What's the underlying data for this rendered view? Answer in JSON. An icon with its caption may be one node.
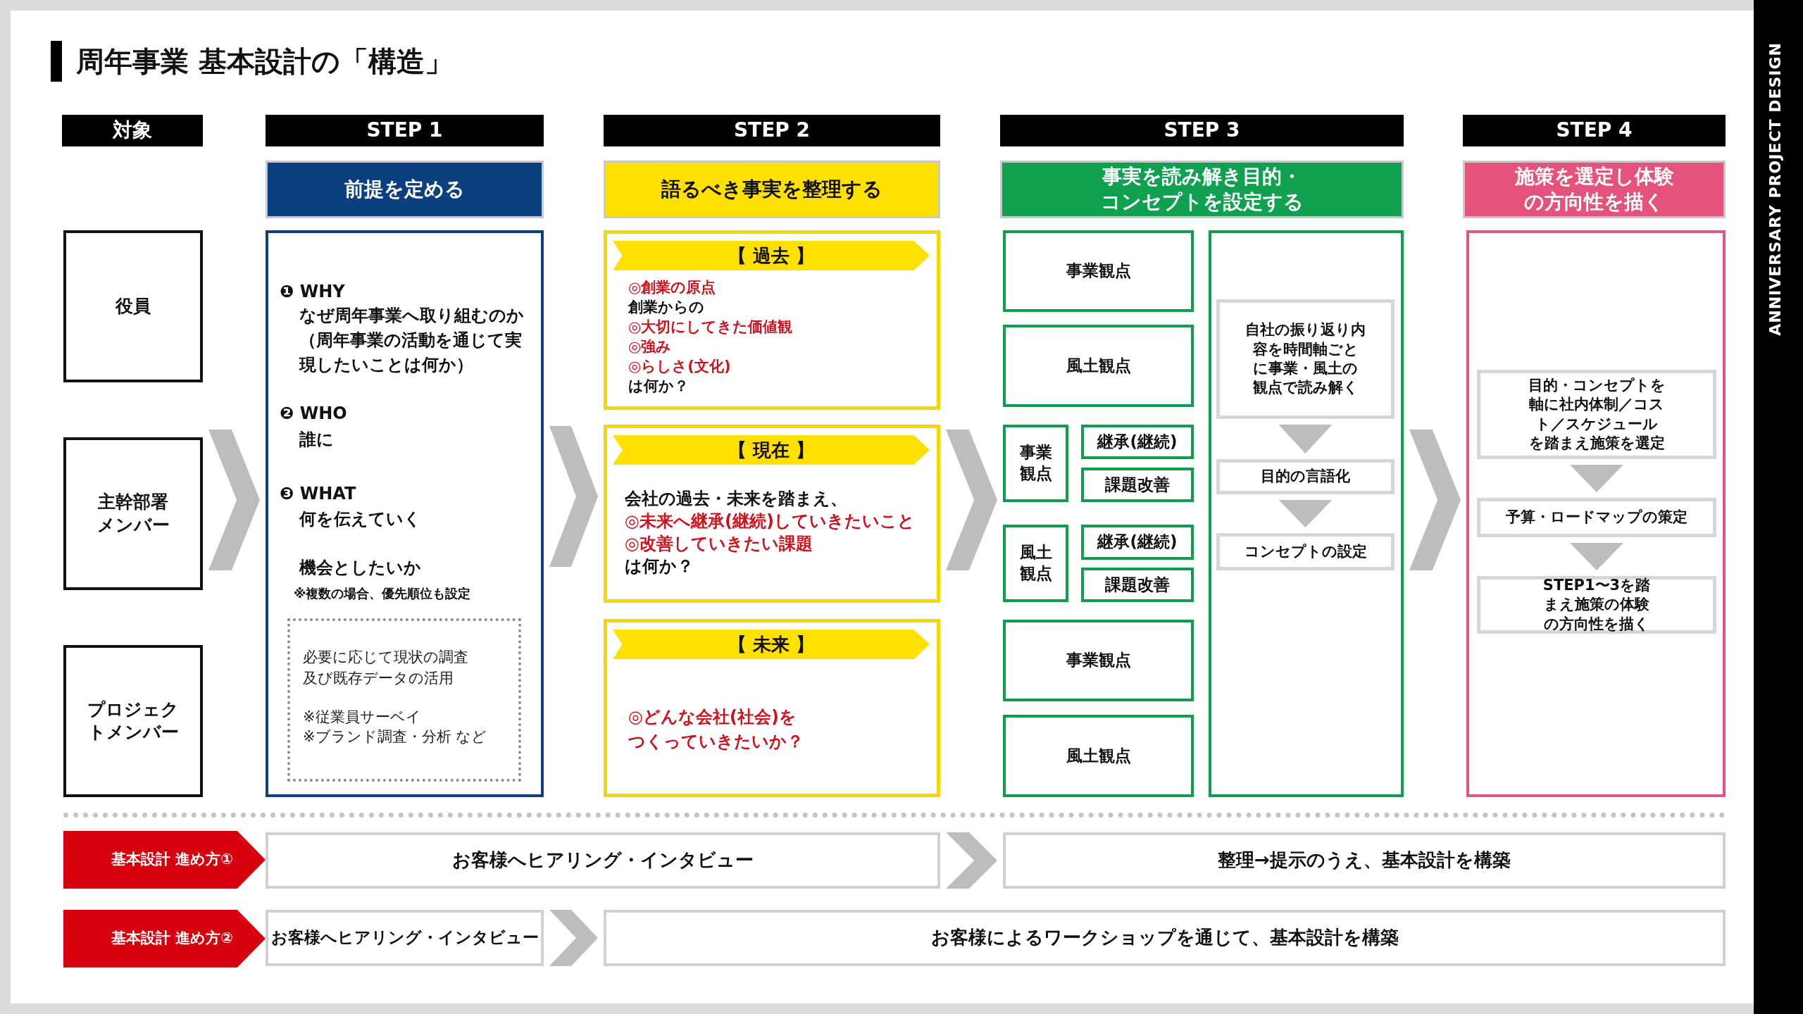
{
  "diagram": {
    "title": "周年事業 基本設計の「構造」",
    "nodes": [
      {
        "text": [
          "対象"
        ]
      },
      {
        "text": [
          "STEP 1"
        ]
      },
      {
        "text": [
          "STEP 2"
        ]
      },
      {
        "text": [
          "STEP 3"
        ]
      },
      {
        "text": [
          "STEP 4"
        ]
      },
      {
        "text": [
          "前提を定める"
        ]
      },
      {
        "text": [
          "語るべき事実を整理する"
        ]
      },
      {
        "text": [
          "事実を読み解き目的・コンセプトを設定する"
        ]
      },
      {
        "text": [
          "施策を選定し体験の方向性を描く"
        ]
      },
      {
        "text": [
          "役員"
        ]
      },
      {
        "text": [
          "主幹部署メンバー"
        ]
      },
      {
        "text": [
          "プロジェクトメンバー"
        ]
      },
      {
        "text": [
          "❶ WHY",
          "なぜ周年事業へ取り組むのか（周年事業の活動を通じて実現したいことは何か）",
          "❷ WHO",
          "誰に",
          "❸ WHAT",
          "何を伝えていく",
          "機会としたいか",
          "※複数の場合、優先順位も設定"
        ]
      },
      {
        "text": [
          "必要に応じて現状の調査及び既存データの活用",
          "※従業員サーベイ",
          "※ブランド調査・分析 など"
        ],
        "in": 12
      },
      {
        "text": [
          "【 過去 】",
          "◎創業の原点",
          "創業からの",
          "◎大切にしてきた価値観",
          "◎強み",
          "◎らしさ(文化)",
          "は何か？"
        ]
      },
      {
        "text": [
          "【 現在 】",
          "会社の過去・未来を踏まえ、",
          "◎未来へ継承(継続)していきたいこと",
          "◎改善していきたい課題",
          "は何か？"
        ]
      },
      {
        "text": [
          "【 未来 】",
          "◎どんな会社(社会)をつくっていきたいか？"
        ]
      },
      {
        "text": [
          "事業観点"
        ]
      },
      {
        "text": [
          "風土観点"
        ]
      },
      {
        "text": [
          "事業観点"
        ]
      },
      {
        "text": [
          "継承(継続)"
        ]
      },
      {
        "text": [
          "課題改善"
        ]
      },
      {
        "text": [
          "風土観点"
        ]
      },
      {
        "text": [
          "継承(継続)"
        ]
      },
      {
        "text": [
          "課題改善"
        ]
      },
      {
        "text": [
          "事業観点"
        ]
      },
      {
        "text": [
          "風土観点"
        ]
      },
      {
        "text": [],
        "shape": "box"
      },
      {
        "text": [
          "自社の振り返り内容を時間軸ごとに事業・風土の観点で読み解く"
        ],
        "in": 27
      },
      {
        "text": [
          "目的の言語化"
        ],
        "in": 27
      },
      {
        "text": [
          "コンセプトの設定"
        ],
        "in": 27
      },
      {
        "text": [],
        "shape": "box"
      },
      {
        "text": [
          "目的・コンセプトを軸に社内体制／コスト／スケジュールを踏まえ施策を選定"
        ],
        "in": 31
      },
      {
        "text": [
          "予算・ロードマップの策定"
        ],
        "in": 31
      },
      {
        "text": [
          "STEP1〜3を踏まえ施策の体験の方向性を描く"
        ],
        "in": 31
      },
      {
        "text": [
          "基本設計 進め方①"
        ]
      },
      {
        "text": [
          "お客様へヒアリング・インタビュー"
        ]
      },
      {
        "text": [
          "整理→提示のうえ、基本設計を構築"
        ]
      },
      {
        "text": [
          "基本設計 進め方②"
        ]
      },
      {
        "text": [
          "お客様へヒアリング・インタビュー"
        ]
      },
      {
        "text": [
          "お客様によるワークショップを通じて、基本設計を構築"
        ]
      }
    ],
    "edges": [
      {
        "from": 10,
        "to": 12,
        "arrow": "to"
      },
      {
        "from": 12,
        "to": 15,
        "arrow": "to"
      },
      {
        "from": 15,
        "to": 19,
        "arrow": "to"
      },
      {
        "from": 27,
        "to": 31,
        "arrow": "to"
      },
      {
        "from": 28,
        "to": 29,
        "arrow": "to"
      },
      {
        "from": 29,
        "to": 30,
        "arrow": "to"
      },
      {
        "from": 32,
        "to": 33,
        "arrow": "to"
      },
      {
        "from": 33,
        "to": 34,
        "arrow": "to"
      },
      {
        "from": 36,
        "to": 37,
        "arrow": "to"
      },
      {
        "from": 39,
        "to": 40,
        "arrow": "to"
      }
    ],
    "labels": [
      "ANNIVERSARY PROJECT DESIGN"
    ]
  }
}
